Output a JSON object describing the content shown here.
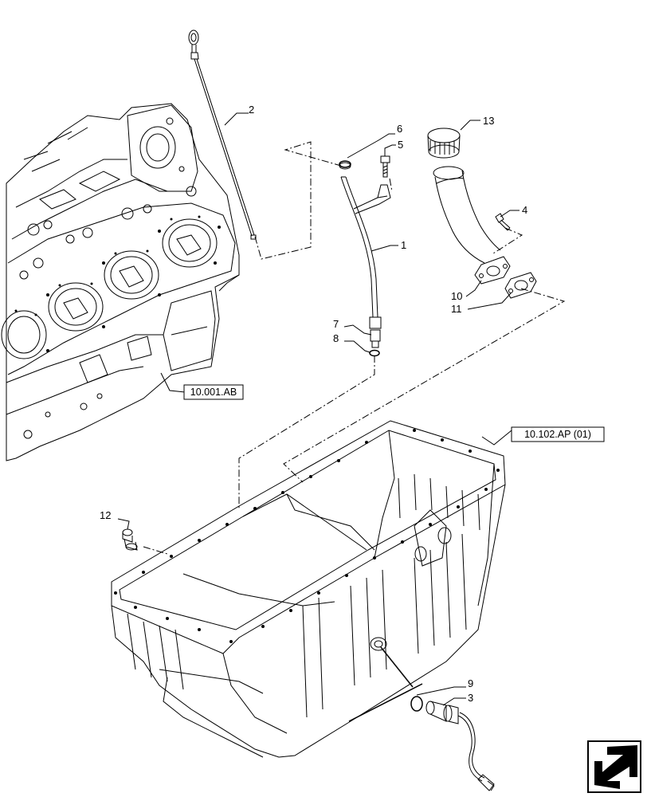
{
  "diagram": {
    "callouts": {
      "c1": "1",
      "c2": "2",
      "c3": "3",
      "c4": "4",
      "c5": "5",
      "c6": "6",
      "c7": "7",
      "c8": "8",
      "c9": "9",
      "c10": "10",
      "c11": "11",
      "c12": "12",
      "c13": "13"
    },
    "references": {
      "engine_block": "10.001.AB",
      "oil_pan": "10.102.AP (01)"
    },
    "nav_icon": "next-page-arrow-icon"
  }
}
